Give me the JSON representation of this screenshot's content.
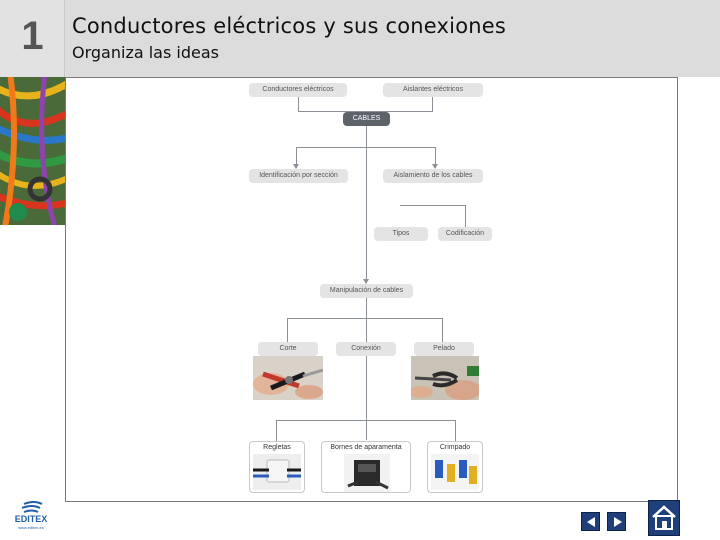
{
  "header": {
    "unit_number": "1",
    "title": "Conductores eléctricos y sus conexiones",
    "subtitle": "Organiza las ideas"
  },
  "diagram": {
    "top_left": "Conductores eléctricos",
    "top_right": "Aislantes eléctricos",
    "center": "CABLES",
    "branch_left": "Identificación por sección",
    "branch_right": "Aislamiento de los cables",
    "sub_types": "Tipos",
    "sub_codification": "Codificación",
    "manipulation": "Manipulación de cables",
    "step_cut": "Corte",
    "step_connection": "Conexión",
    "step_strip": "Pelado",
    "card_1": "Regletas",
    "card_2": "Bornes de aparamenta",
    "card_3": "Crimpado"
  },
  "footer": {
    "logo_text": "EDITEX",
    "logo_url": "www.editex.es"
  },
  "colors": {
    "header_bg": "#dcdcdc",
    "node_bg": "#e4e4e4",
    "node_dark": "#5d6368",
    "nav_blue": "#1f3f7a"
  },
  "icons": {
    "prev": "left-arrow-icon",
    "next": "right-arrow-icon",
    "home": "home-icon"
  }
}
